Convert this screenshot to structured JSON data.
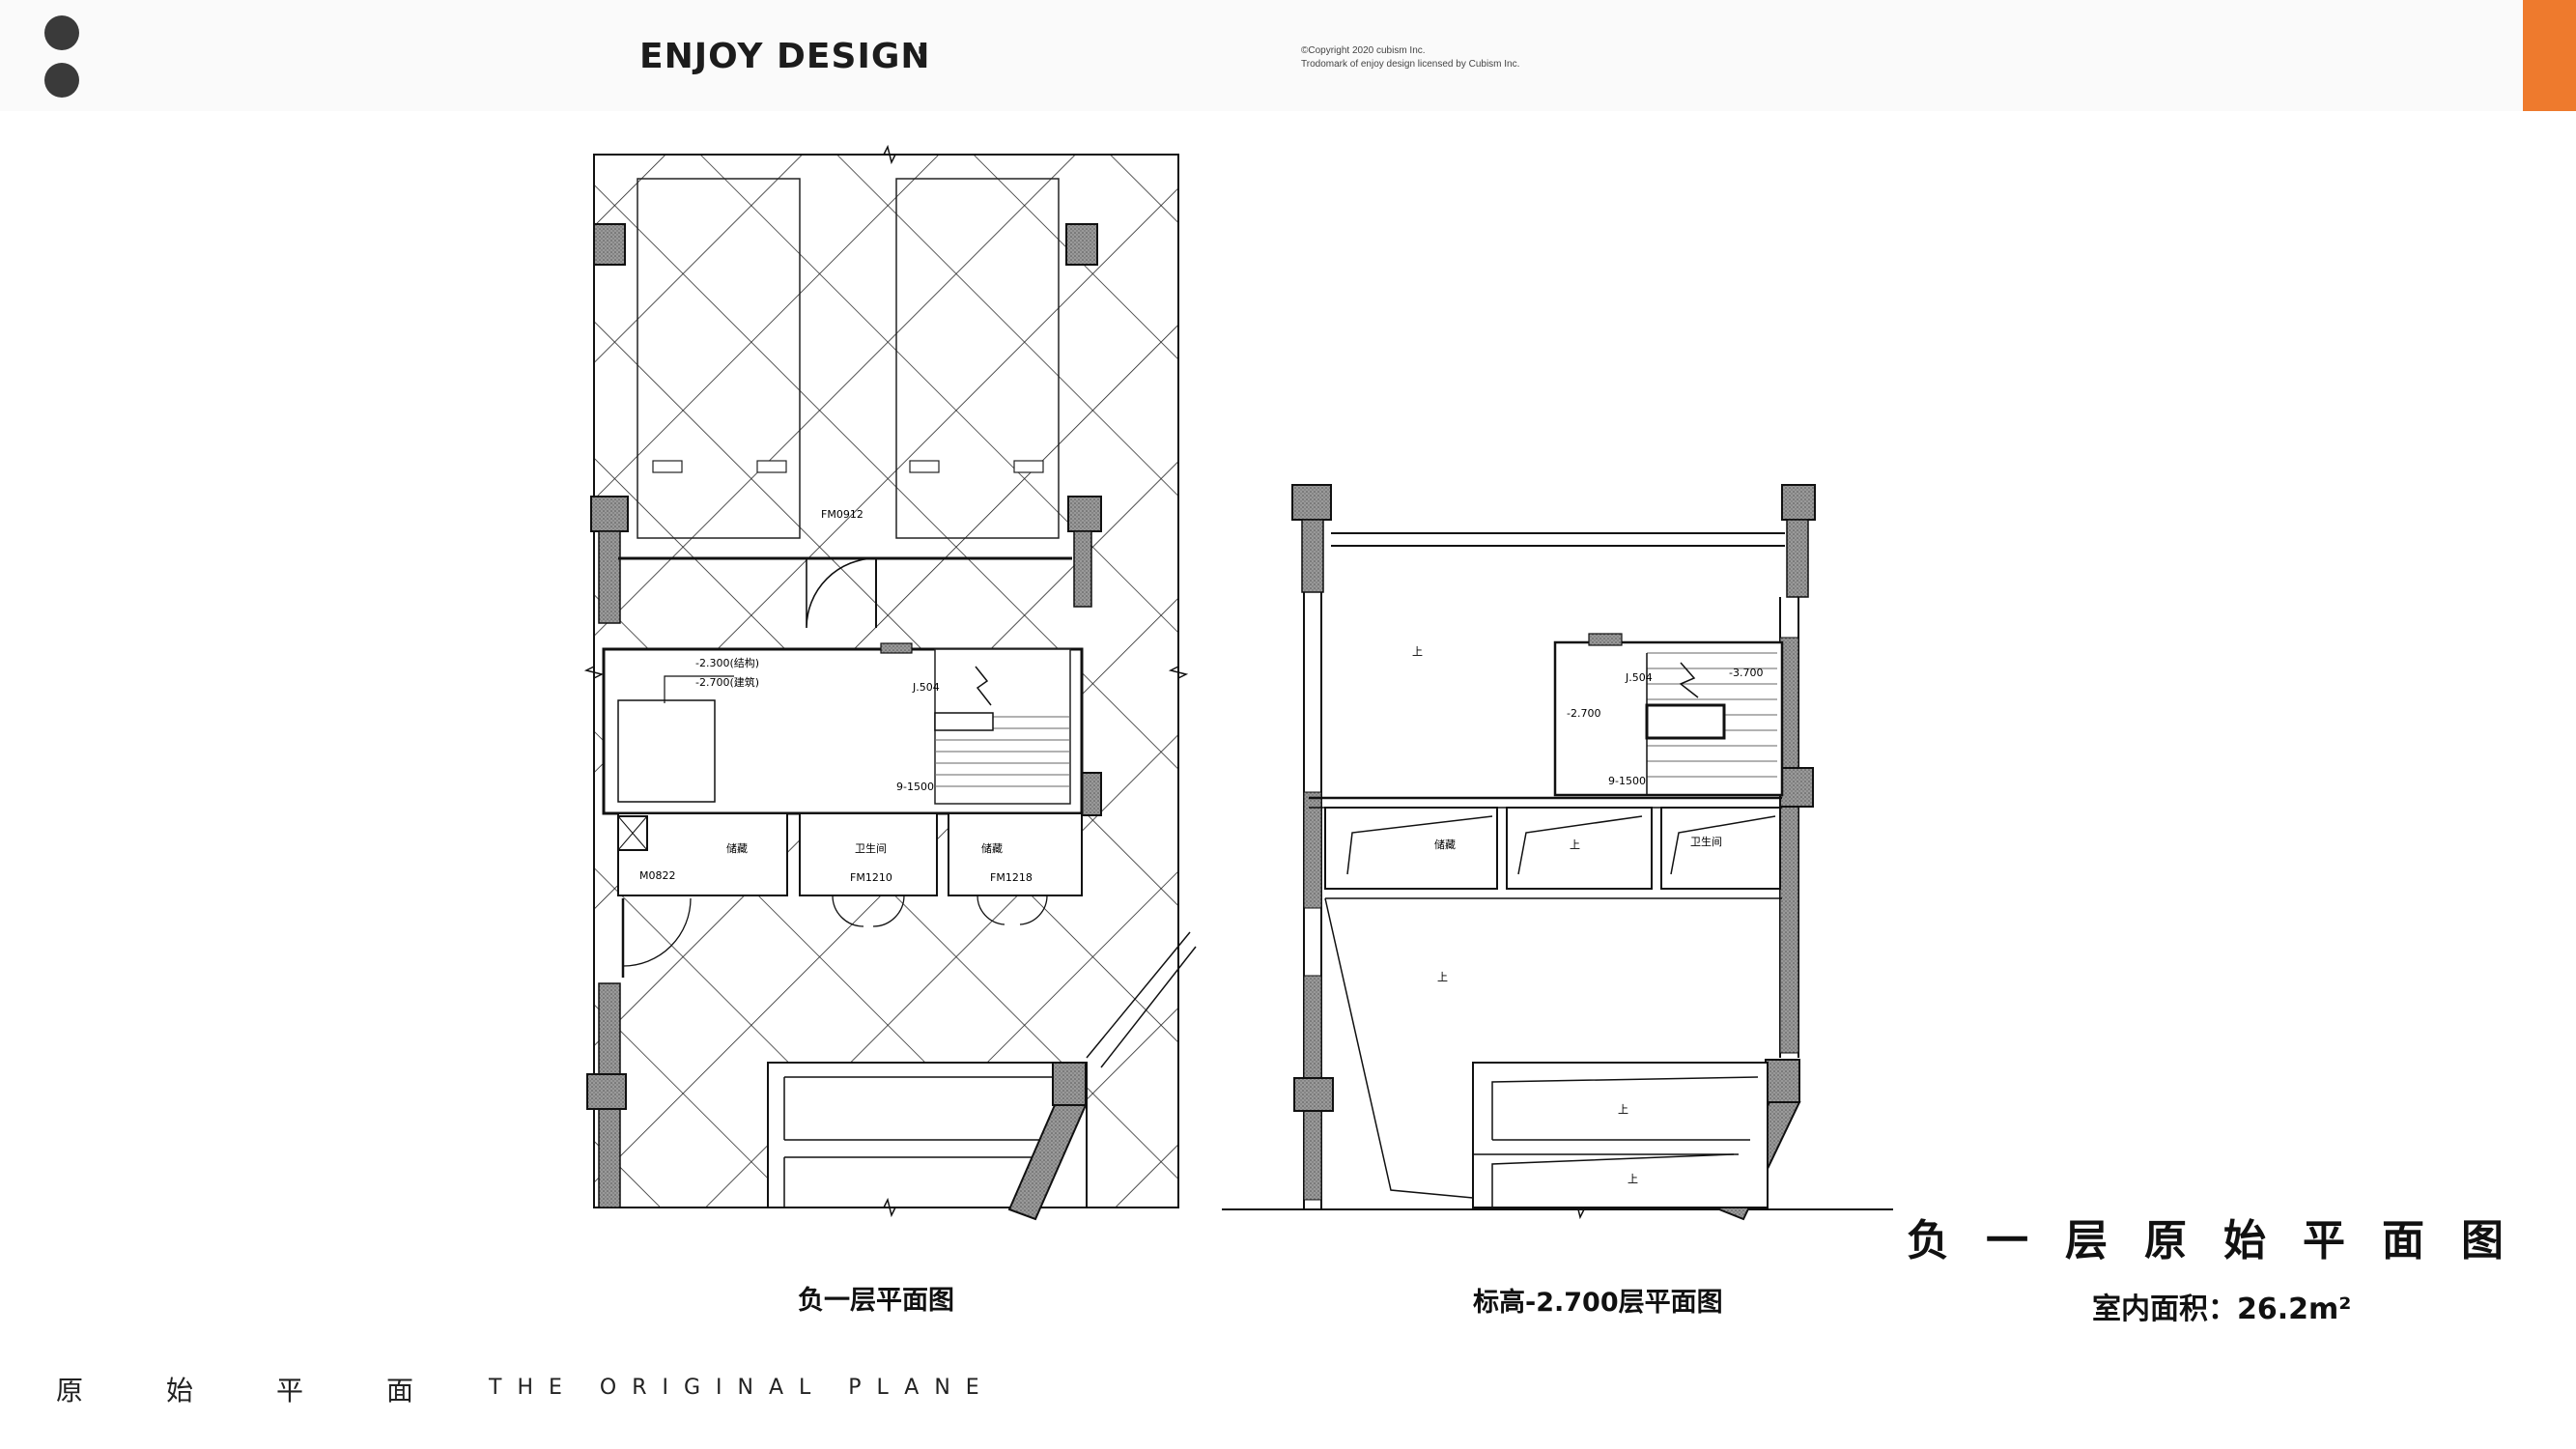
{
  "header": {
    "brand": "ENJOY DESIGN",
    "brand_mark": ":",
    "copyright_line1": "©Copyright 2020 cubism Inc.",
    "copyright_line2": "Trodomark of enjoy design licensed by Cubism Inc.",
    "accent_color": "#ee7a2d"
  },
  "plans": {
    "left_caption": "负一层平面图",
    "right_caption": "标高-2.700层平面图",
    "left_labels": {
      "room1": "储藏",
      "room2": "卫生间",
      "room3": "储藏",
      "door1": "FM0912",
      "door2": "FM1210",
      "door3": "FM1218",
      "door4": "M0822",
      "stair": "J.504",
      "level_a": "-2.300(结构)",
      "level_b": "-2.700(建筑)",
      "note": "9-1500"
    },
    "right_labels": {
      "room1": "储藏",
      "room2": "上",
      "room3": "卫生间",
      "room4": "上",
      "room5": "上",
      "room6": "上",
      "room7": "上",
      "level1": "-2.700",
      "level2": "-3.700",
      "stair": "J.504",
      "note": "9-1500"
    }
  },
  "title": {
    "main": "负一层原始平面图",
    "area": "室内面积：26.2m²"
  },
  "footer": {
    "cn": "原始平面",
    "en": "THE ORIGINAL PLANE"
  }
}
